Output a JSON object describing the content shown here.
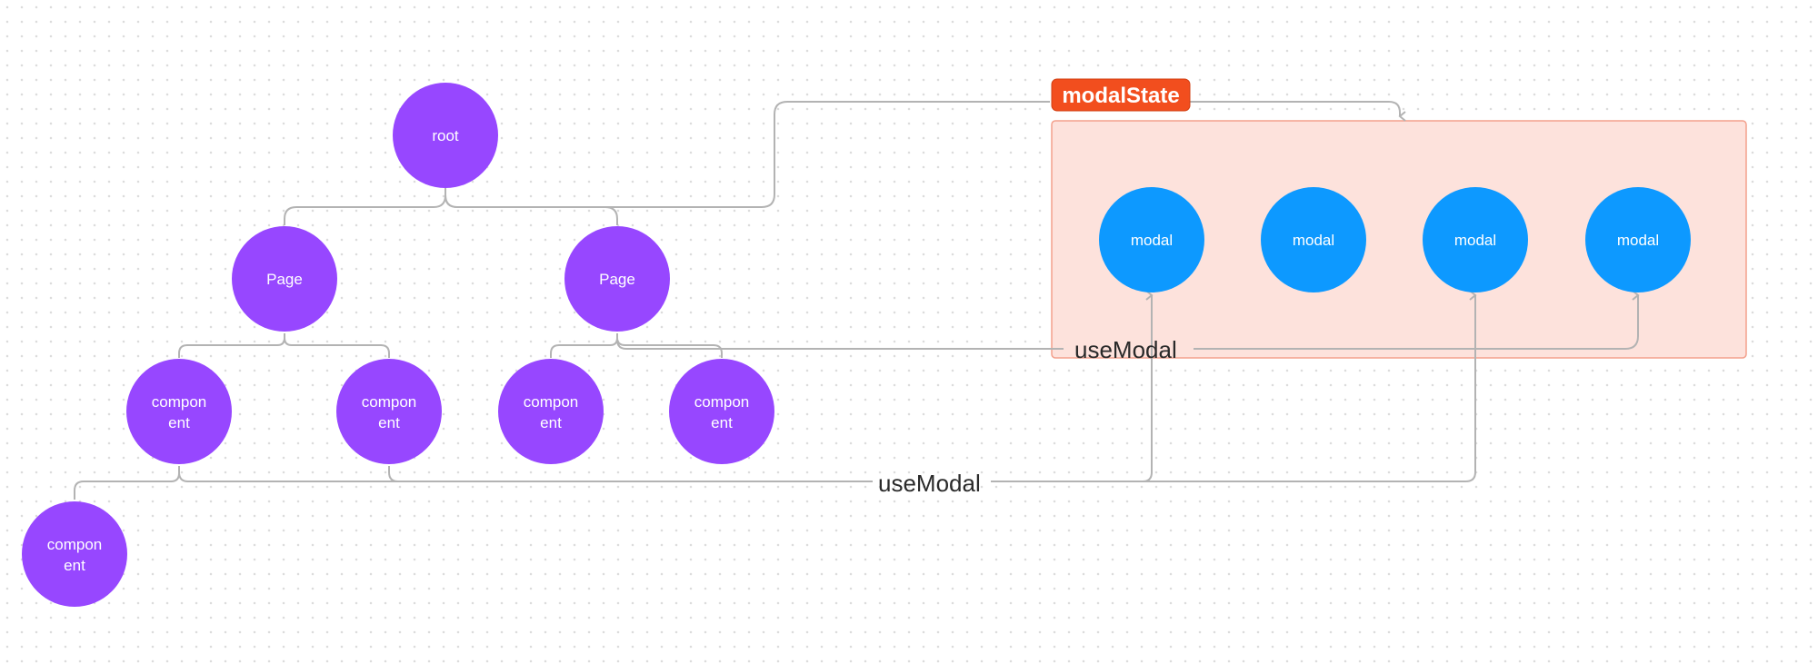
{
  "diagram": {
    "colors": {
      "component_node": "#9747ff",
      "modal_node": "#0d99ff",
      "state_box_fill": "#fde2dc",
      "state_box_stroke": "#f3a08c",
      "state_badge": "#f24e1e",
      "connector": "#b3b3b3"
    },
    "nodes": {
      "root": "root",
      "page_left": "Page",
      "page_right": "Page",
      "component_1_line1": "compon",
      "component_1_line2": "ent",
      "component_2_line1": "compon",
      "component_2_line2": "ent",
      "component_3_line1": "compon",
      "component_3_line2": "ent",
      "component_4_line1": "compon",
      "component_4_line2": "ent",
      "component_5_line1": "compon",
      "component_5_line2": "ent"
    },
    "modals": [
      "modal",
      "modal",
      "modal",
      "modal"
    ],
    "state_label": "modalState",
    "edge_labels": {
      "upper": "useModal",
      "lower": "useModal"
    }
  }
}
